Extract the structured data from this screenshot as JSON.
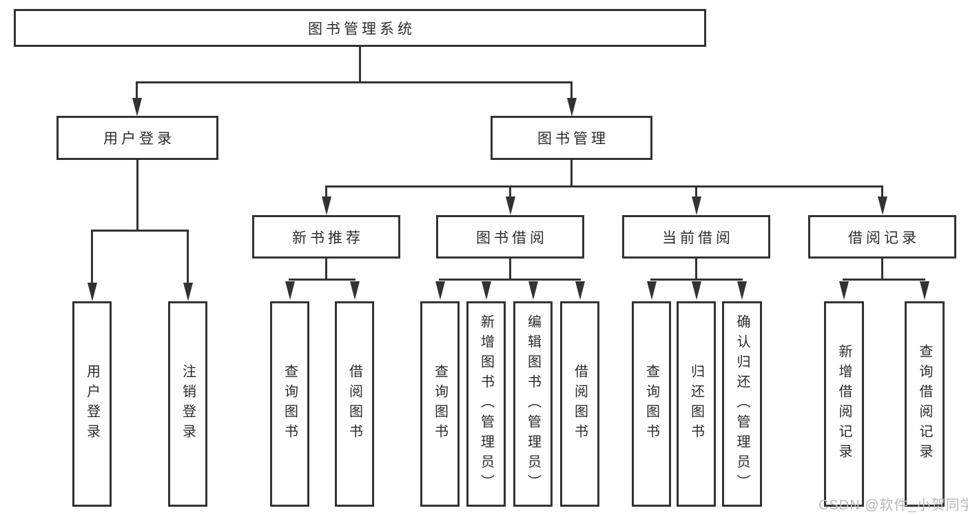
{
  "colors": {
    "line": "#333333",
    "text": "#2b2b2b",
    "watermark": "#b9b9b9"
  },
  "diagram": {
    "root": {
      "label": "图书管理系统"
    },
    "user_login": {
      "label": "用户登录",
      "children": [
        {
          "label": "用户登录"
        },
        {
          "label": "注销登录"
        }
      ]
    },
    "book_mgmt": {
      "label": "图书管理",
      "children": [
        {
          "label": "新书推荐",
          "children": [
            {
              "label": "查询图书"
            },
            {
              "label": "借阅图书"
            }
          ]
        },
        {
          "label": "图书借阅",
          "children": [
            {
              "label": "查询图书"
            },
            {
              "label": "新增图书（管理员）"
            },
            {
              "label": "编辑图书（管理员）"
            },
            {
              "label": "借阅图书"
            }
          ]
        },
        {
          "label": "当前借阅",
          "children": [
            {
              "label": "查询图书"
            },
            {
              "label": "归还图书"
            },
            {
              "label": "确认归还（管理员）"
            }
          ]
        },
        {
          "label": "借阅记录",
          "children": [
            {
              "label": "新增借阅记录"
            },
            {
              "label": "查询借阅记录"
            }
          ]
        }
      ]
    }
  },
  "watermark": {
    "text": "CSDN @软件_小贺同学"
  }
}
